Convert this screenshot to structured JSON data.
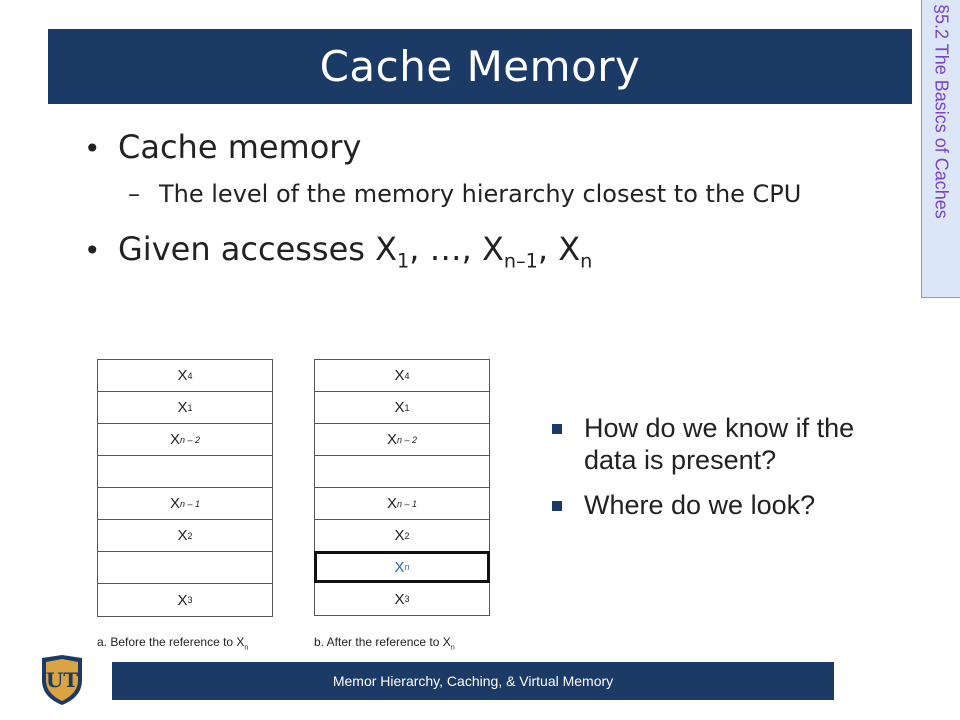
{
  "slide": {
    "title": "Cache Memory",
    "section_label": "§5.2 The Basics of Caches",
    "footer": "Memor Hierarchy, Caching, & Virtual Memory",
    "logo_text": "UT",
    "bullets": {
      "b1": "Cache memory",
      "b1_sub": "The level of the memory hierarchy closest to the CPU",
      "b2_prefix": "Given accesses X",
      "b2_sub1": "1",
      "b2_mid": ", …, X",
      "b2_sub2": "n–1",
      "b2_mid2": ", X",
      "b2_sub3": "n"
    },
    "right_bullets": [
      "How do we know if the data is present?",
      "Where do we look?"
    ],
    "diagram": {
      "before": {
        "caption": "a. Before the reference to X",
        "caption_sub": "n",
        "cells": [
          {
            "base": "X",
            "sub": "4"
          },
          {
            "base": "X",
            "sub": "1"
          },
          {
            "base": "X",
            "sub": "n – 2"
          },
          {
            "base": "",
            "sub": ""
          },
          {
            "base": "X",
            "sub": "n – 1"
          },
          {
            "base": "X",
            "sub": "2"
          },
          {
            "base": "",
            "sub": ""
          },
          {
            "base": "X",
            "sub": "3"
          }
        ]
      },
      "after": {
        "caption": "b. After the reference to X",
        "caption_sub": "n",
        "cells": [
          {
            "base": "X",
            "sub": "4"
          },
          {
            "base": "X",
            "sub": "1"
          },
          {
            "base": "X",
            "sub": "n – 2"
          },
          {
            "base": "",
            "sub": ""
          },
          {
            "base": "X",
            "sub": "n – 1"
          },
          {
            "base": "X",
            "sub": "2"
          },
          {
            "base": "X",
            "sub": "n",
            "highlight": true
          },
          {
            "base": "X",
            "sub": "3"
          }
        ]
      }
    },
    "colors": {
      "bar": "#1b3a66",
      "section_tab_bg": "#dbe7f6",
      "section_tab_text": "#7a44c2",
      "highlight_text": "#2b6bb5"
    }
  }
}
